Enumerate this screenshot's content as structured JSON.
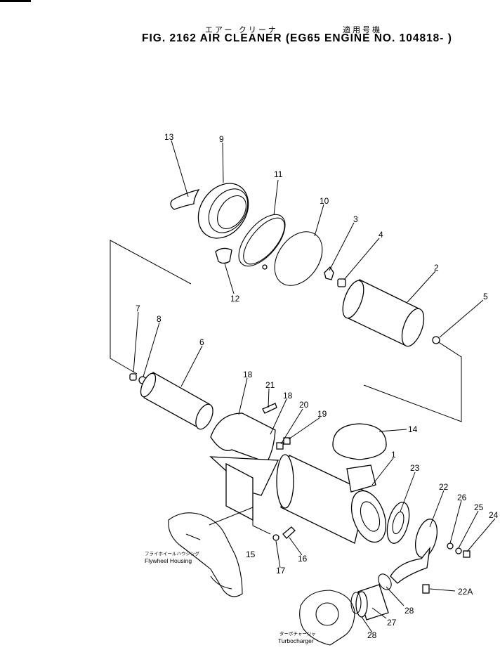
{
  "header": {
    "jp_left": "エアー クリーナ",
    "jp_right": "適用号機",
    "title": "FIG. 2162  AIR CLEANER (EG65 ENGINE NO. 104818- )"
  },
  "callouts": [
    "13",
    "9",
    "11",
    "10",
    "3",
    "4",
    "2",
    "5",
    "12",
    "7",
    "8",
    "6",
    "18",
    "21",
    "18",
    "20",
    "19",
    "14",
    "1",
    "23",
    "22",
    "26",
    "25",
    "24",
    "17",
    "16",
    "15",
    "28",
    "27",
    "28",
    "22A"
  ],
  "labels": {
    "flywheel_jp": "フライホイールハウジング",
    "flywheel_en": "Flywheel Housing",
    "turbo_jp": "ターボチャージャ",
    "turbo_en": "Turbocharger"
  }
}
